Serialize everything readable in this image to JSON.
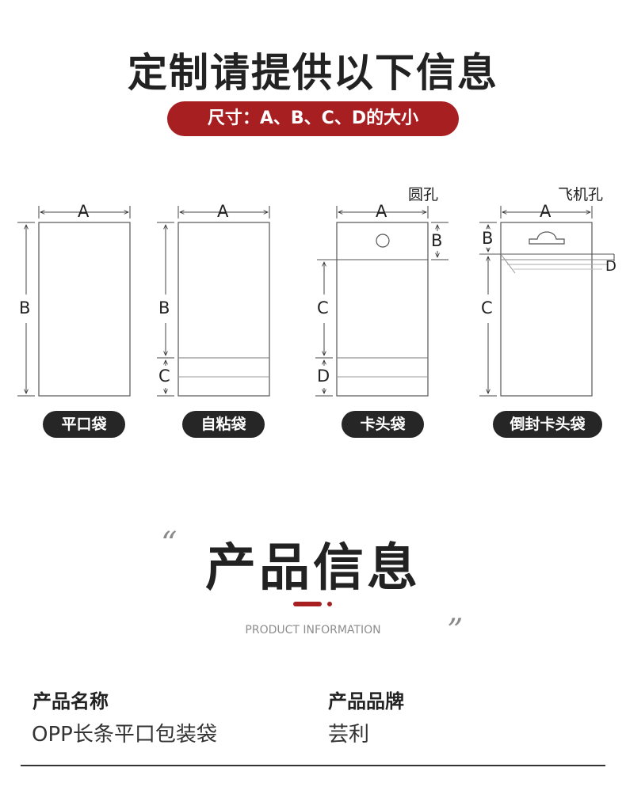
{
  "header": {
    "title": "定制请提供以下信息",
    "size_pill": "尺寸：A、B、C、D的大小"
  },
  "diagrams": [
    {
      "name": "平口袋",
      "labels": [
        "A",
        "B"
      ]
    },
    {
      "name": "自粘袋",
      "labels": [
        "A",
        "B",
        "C"
      ]
    },
    {
      "name": "卡头袋",
      "hole": "圆孔",
      "labels": [
        "A",
        "B",
        "C",
        "D"
      ]
    },
    {
      "name": "倒封卡头袋",
      "hole": "飞机孔",
      "labels": [
        "A",
        "B",
        "C",
        "D"
      ]
    }
  ],
  "product_section": {
    "title": "产品信息",
    "subtitle": "PRODUCT INFORMATION",
    "quote_open": "“",
    "quote_close": "”",
    "accent_color": "#a81f22"
  },
  "product_info": [
    {
      "label": "产品名称",
      "value": "OPP长条平口包装袋"
    },
    {
      "label": "产品品牌",
      "value": "芸利"
    }
  ]
}
